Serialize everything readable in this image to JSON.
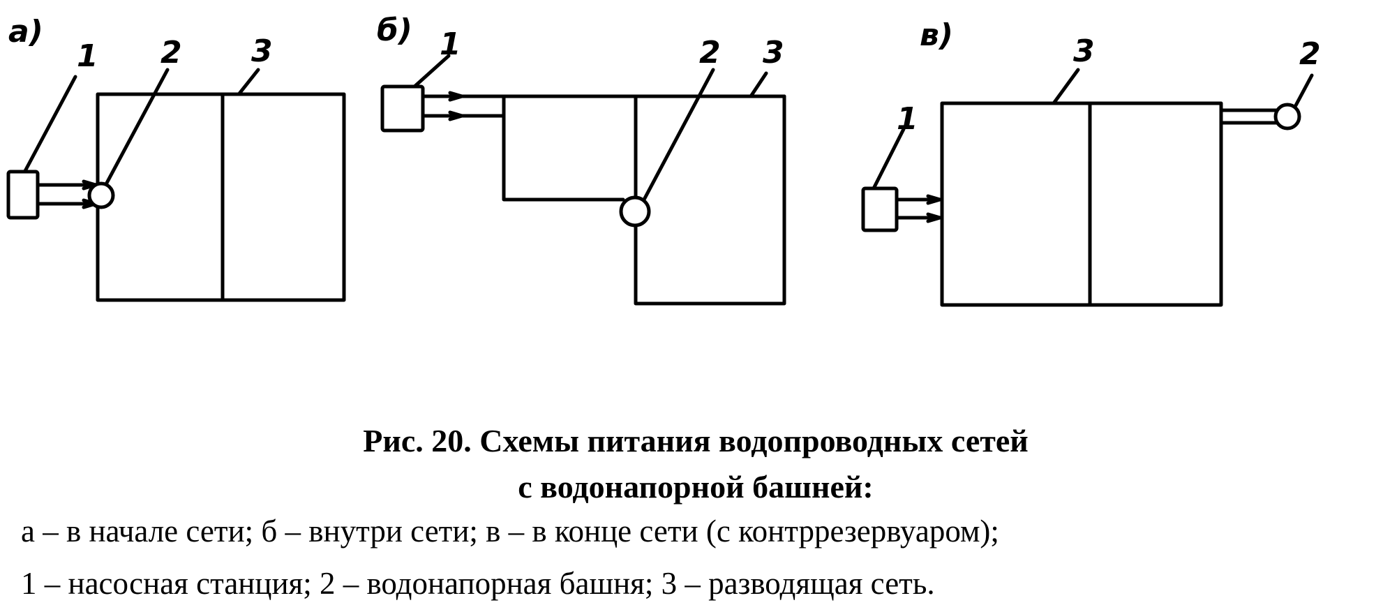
{
  "diagrams": [
    {
      "id": "a",
      "panel_label": "а)",
      "component_labels": {
        "pump_station": "1",
        "water_tower": "2",
        "network": "3"
      }
    },
    {
      "id": "b",
      "panel_label": "б)",
      "component_labels": {
        "pump_station": "1",
        "water_tower": "2",
        "network": "3"
      }
    },
    {
      "id": "v",
      "panel_label": "в)",
      "component_labels": {
        "pump_station": "1",
        "water_tower": "2",
        "network": "3"
      }
    }
  ],
  "caption": {
    "title_line1": "Рис. 20. Схемы питания водопроводных сетей",
    "title_line2": "с водонапорной башней:",
    "legend_line1": "а – в начале сети; б – внутри сети; в – в конце сети (с контррезервуаром);",
    "legend_line2": "1 – насосная станция; 2 – водонапорная башня; 3 – разводящая сеть."
  }
}
